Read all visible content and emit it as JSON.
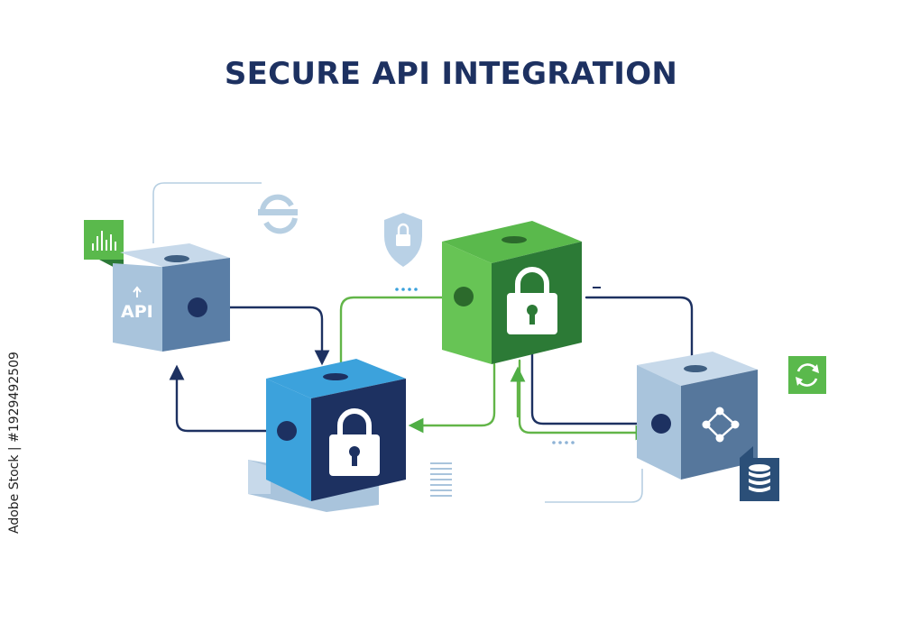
{
  "header": {
    "title": "SECURE API INTEGRATION"
  },
  "nodes": {
    "api_cube": {
      "label": "API"
    }
  },
  "watermark": {
    "stock_id": "Adobe Stock | #1929492509"
  },
  "colors": {
    "title": "#1d3161",
    "navy": "#1d3161",
    "blue": "#3ca2dc",
    "light_blue": "#a9c4dc",
    "steel_blue": "#56779c",
    "green": "#5ab94c",
    "dark_green": "#2c7a36",
    "connector_green": "#62b548",
    "connector_navy": "#1d3161"
  },
  "icons": [
    "bar-chart-icon",
    "sync-circle-icon",
    "shield-lock-icon",
    "padlock-icon",
    "network-nodes-icon",
    "database-icon",
    "refresh-icon",
    "document-lines-icon"
  ]
}
